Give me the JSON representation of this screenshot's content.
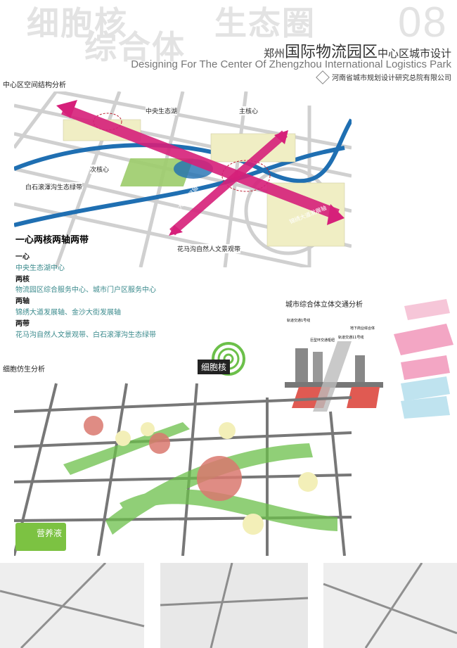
{
  "header": {
    "watermark_1": "细胞核",
    "watermark_2": "综合体",
    "watermark_3": "生态圈",
    "page_number": "08",
    "title_cn_prefix": "郑州",
    "title_cn_main": "国际物流园区",
    "title_cn_suffix": "中心区城市设计",
    "title_en": "Designing For The Center Of Zhengzhou International Logistics Park",
    "institute": "河南省城市规划设计研究总院有限公司"
  },
  "structure": {
    "section_title": "中心区空间结构分析",
    "labels": {
      "lake": "中央生态湖",
      "main_core": "主核心",
      "sub_core": "次核心",
      "green_belt": "白石滚渾沟生态绿带",
      "culture_belt": "花马沟自然人文景观带",
      "axis_jinsha": "金沙大街发展轴",
      "axis_jinxiu": "锦绣大道发展轴"
    },
    "summary_title": "一心两核两轴两带",
    "items": [
      {
        "head": "一心",
        "text": "中央生态湖中心"
      },
      {
        "head": "两核",
        "text": "物流园区综合服务中心、城市门户区服务中心"
      },
      {
        "head": "两轴",
        "text": "锦绣大道发展轴、金沙大街发展轴"
      },
      {
        "head": "两带",
        "text": "花马沟自然人文景观带、白石滚渾沟生态绿带"
      }
    ],
    "colors": {
      "axis": "#d6207a",
      "river": "#1f6fb2",
      "road": "#c8c8c8",
      "legend_text": "#3a8a8c"
    }
  },
  "traffic": {
    "section_title": "城市综合体立体交通分析",
    "labels": [
      "轨道交通1号线",
      "巨型环交通枢纽",
      "轨道交通11号线",
      "地下商业综合体"
    ]
  },
  "cell": {
    "section_title": "细胞仿生分析",
    "badge_nucleus": "细胞核",
    "badge_nutrient": "营养液",
    "colors": {
      "green": "#6cc04a",
      "nucleus": "#d9786e",
      "vesicle": "#f3efb8"
    }
  }
}
